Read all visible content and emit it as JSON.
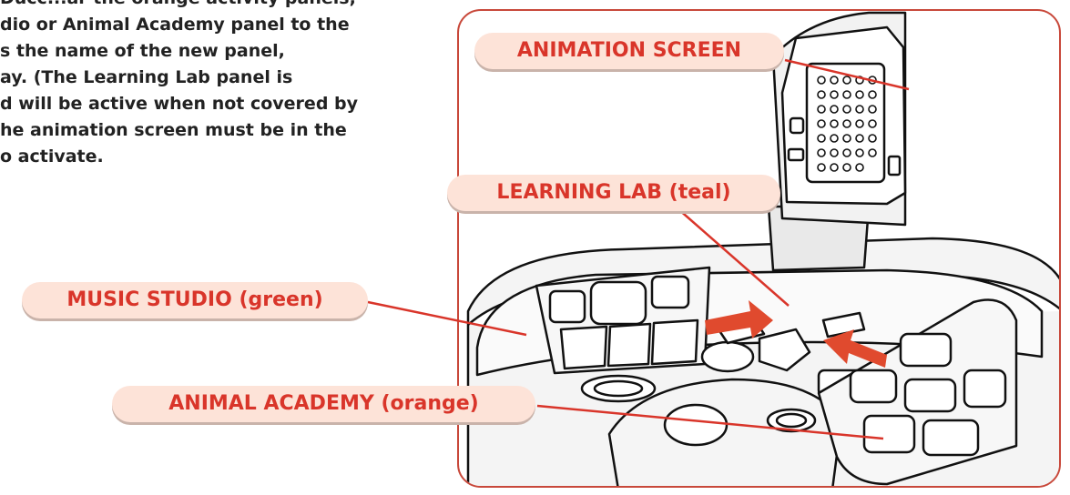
{
  "instructions": {
    "lines": [
      "Ducc...ar the orange activity panels,",
      "dio or Animal Academy panel to the",
      "s the name of the new panel,",
      "ay. (The Learning Lab panel is",
      "d will be active when not covered by",
      "he animation screen must be in the",
      "o activate."
    ]
  },
  "callouts": {
    "animation_screen": "ANIMATION SCREEN",
    "learning_lab": "LEARNING LAB (teal)",
    "music_studio": "MUSIC STUDIO (green)",
    "animal_academy": "ANIMAL ACADEMY (orange)"
  },
  "colors": {
    "accent": "#d9352a",
    "callout_bg": "#fde3d8",
    "frame_border": "#c8483a",
    "arrow": "#e04a2e"
  }
}
